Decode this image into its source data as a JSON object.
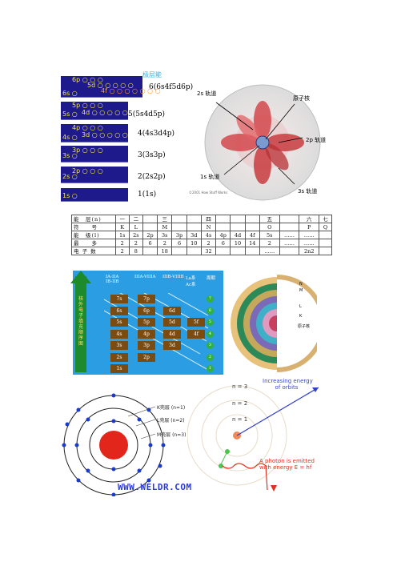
{
  "energy_diagram": {
    "title": "极层能",
    "levels": [
      {
        "lines": [
          "6p ○ ○ ○",
          "5d ○ ○ ○ ○ ○",
          "6s ○",
          "4f ○ ○ ○ ○ ○ ○ ○"
        ],
        "period": "6(6s4f5d6p)"
      },
      {
        "lines": [
          "5p ○ ○ ○",
          "5s ○",
          "4d ○ ○ ○ ○ ○"
        ],
        "period": "5(5s4d5p)"
      },
      {
        "lines": [
          "4p ○ ○ ○",
          "4s ○",
          "3d ○ ○ ○ ○ ○"
        ],
        "period": "4(4s3d4p)"
      },
      {
        "lines": [
          "3p ○ ○ ○",
          "3s ○"
        ],
        "period": "3(3s3p)"
      },
      {
        "lines": [
          "2p ○ ○ ○",
          "2s ○"
        ],
        "period": "2(2s2p)"
      },
      {
        "lines": [
          "1s ○"
        ],
        "period": "1(1s)"
      }
    ]
  },
  "orbital_figure": {
    "labels": {
      "nucleus": "原子核",
      "2s": "2s 轨道",
      "2p": "2p 轨道",
      "1s": "1s 轨道",
      "3s": "3s 轨道",
      "copyright": "©2001 How Stuff Works"
    }
  },
  "shell_table": {
    "rows": [
      [
        "能　层(n)",
        "一",
        "二",
        "",
        "三",
        "",
        "",
        "四",
        "",
        "",
        "",
        "五",
        "",
        "六",
        "七"
      ],
      [
        "符　　号",
        "K",
        "L",
        "",
        "M",
        "",
        "",
        "N",
        "",
        "",
        "",
        "O",
        "",
        "P",
        "Q"
      ],
      [
        "能　级(l)",
        "1s",
        "2s",
        "2p",
        "3s",
        "3p",
        "3d",
        "4s",
        "4p",
        "4d",
        "4f",
        "5s",
        "……",
        "……",
        ""
      ],
      [
        "最　　多",
        "2",
        "2",
        "6",
        "2",
        "6",
        "10",
        "2",
        "6",
        "10",
        "14",
        "2",
        "……",
        "……",
        ""
      ],
      [
        "电 子 数",
        "2",
        "8",
        "",
        "18",
        "",
        "",
        "32",
        "",
        "",
        "",
        "……",
        "",
        "2n2",
        ""
      ]
    ]
  },
  "aufbau": {
    "column_heads": [
      "IA-IIA\nIB-IIB",
      "IIIA-VIIIA",
      "IIIB-VIIIB",
      "La系\nAc系",
      "周期"
    ],
    "side_text": "核外电子填充顺序图",
    "rows": [
      {
        "cells": [
          "7s",
          "7p"
        ],
        "period": "7"
      },
      {
        "cells": [
          "6s",
          "6p",
          "6d"
        ],
        "period": "6"
      },
      {
        "cells": [
          "5s",
          "5p",
          "5d",
          "5f"
        ],
        "period": "5"
      },
      {
        "cells": [
          "4s",
          "4p",
          "4d",
          "4f"
        ],
        "period": "4"
      },
      {
        "cells": [
          "3s",
          "3p",
          "3d"
        ],
        "period": "3"
      },
      {
        "cells": [
          "2s",
          "2p"
        ],
        "period": "2"
      },
      {
        "cells": [
          "1s"
        ],
        "period": "1"
      }
    ]
  },
  "layers_figure": {
    "labels": [
      "N",
      "M",
      "L",
      "K",
      "原子核"
    ]
  },
  "bohr_figure": {
    "labels": [
      "K壳层 (n=1)",
      "L壳层 (n=2)",
      "M壳层 (n=3)"
    ],
    "site": "WWW.WELDR.COM"
  },
  "photon_figure": {
    "levels": [
      "n = 3",
      "n = 2",
      "n = 1"
    ],
    "increasing": "Increasing energy\nof orbits",
    "photon": "A photon is emitted\nwith energy E = hf"
  }
}
